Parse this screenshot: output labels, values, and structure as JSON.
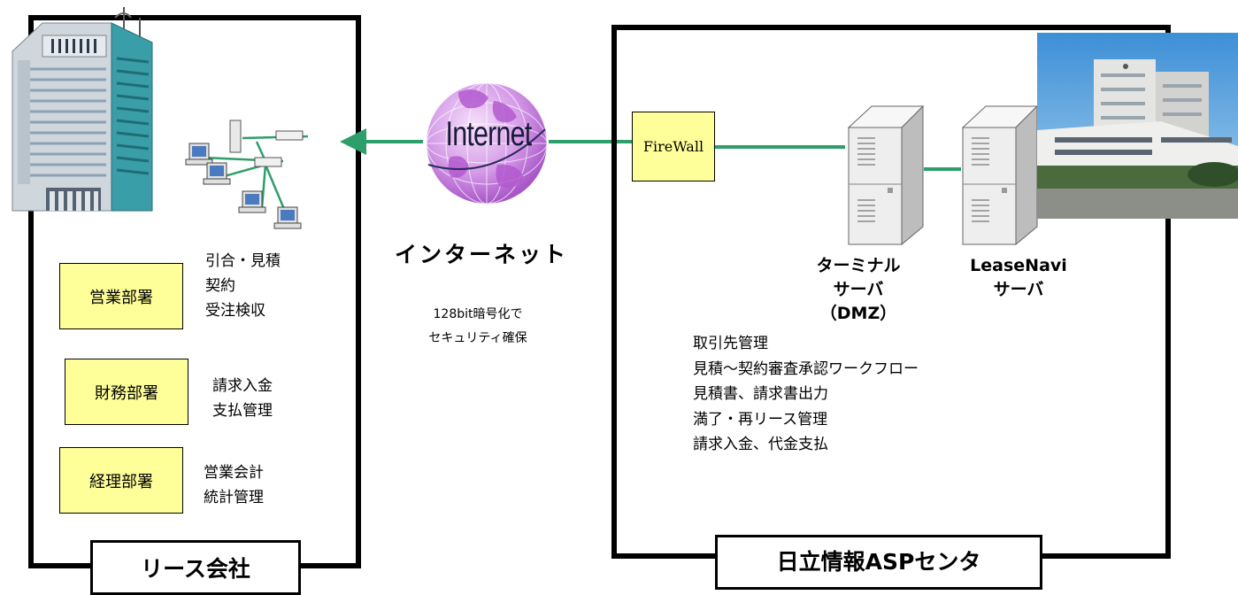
{
  "left_company": {
    "title": "リース会社",
    "departments": [
      {
        "name": "営業部署",
        "tasks": "引合・見積\n契約\n受注検収"
      },
      {
        "name": "財務部署",
        "tasks": "請求入金\n支払管理"
      },
      {
        "name": "経理部署",
        "tasks": "営業会計\n統計管理"
      }
    ]
  },
  "internet": {
    "globe_text": "Internet",
    "title": "インターネット",
    "note_line1": "128bit暗号化で",
    "note_line2": "セキュリティ確保"
  },
  "asp_center": {
    "title": "日立情報ASPセンタ",
    "firewall": "FireWall",
    "terminal_server": "ターミナル\nサーバ\n（DMZ）",
    "leasenavi_server": "LeaseNavi\nサーバ",
    "functions": "取引先管理\n見積～契約審査承認ワークフロー\n見積書、請求書出力\n満了・再リース管理\n請求入金、代金支払"
  },
  "colors": {
    "connector_green": "#2e9e6b",
    "yellow_fill": "#ffff99",
    "globe_purple": "#c77ee0"
  }
}
